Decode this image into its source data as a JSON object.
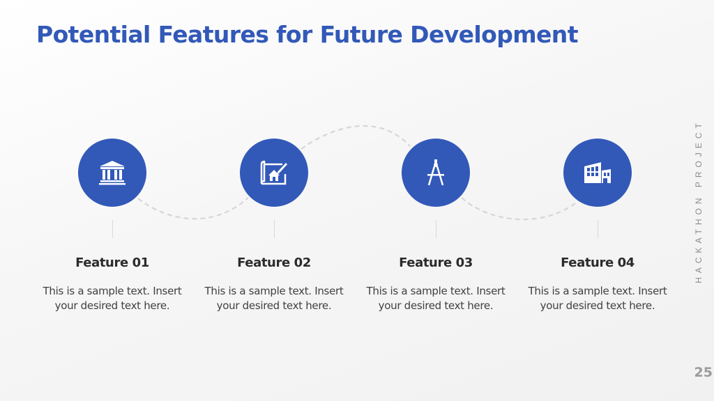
{
  "slide": {
    "title": "Potential Features for Future Development",
    "side_label": "HACKATHON PROJECT",
    "page_number": "25",
    "accent_color": "#3259b8",
    "connector_color": "#d6d6d6"
  },
  "features": [
    {
      "title": "Feature 01",
      "text": "This is a sample text. Insert your desired text here.",
      "icon": "bank-icon"
    },
    {
      "title": "Feature 02",
      "text": "This is a sample text. Insert your desired text here.",
      "icon": "blueprint-house-icon"
    },
    {
      "title": "Feature 03",
      "text": "This is a sample text. Insert your desired text here.",
      "icon": "compass-drafting-icon"
    },
    {
      "title": "Feature 04",
      "text": "This is a sample text. Insert your desired text here.",
      "icon": "factory-building-icon"
    }
  ]
}
